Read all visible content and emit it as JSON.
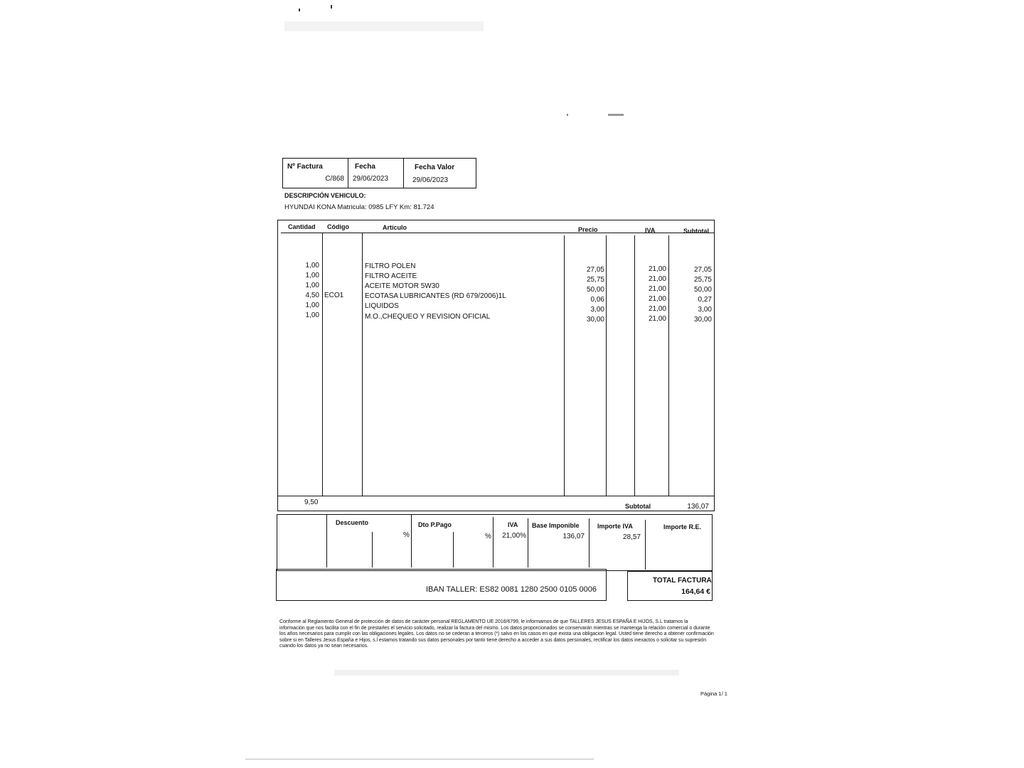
{
  "invoice_header": {
    "invoice_no_label": "Nº Factura",
    "invoice_no": "C/868",
    "date_label": "Fecha",
    "date": "29/06/2023",
    "value_date_label": "Fecha Valor",
    "value_date": "29/06/2023"
  },
  "vehicle": {
    "heading": "DESCRIPCIÓN VEHICULO:",
    "description": "HYUNDAI KONA  Matricula: 0985 LFY  Km: 81.724"
  },
  "items_table": {
    "columns": [
      "Cantidad",
      "Código",
      "Artículo",
      "Precio",
      "IVA",
      "Subtotal"
    ],
    "rows": [
      {
        "qty": "1,00",
        "code": "",
        "article": "FILTRO POLEN",
        "price": "27,05",
        "iva": "21,00",
        "subtotal": "27,05"
      },
      {
        "qty": "1,00",
        "code": "",
        "article": "FILTRO ACEITE",
        "price": "25,75",
        "iva": "21,00",
        "subtotal": "25,75"
      },
      {
        "qty": "1,00",
        "code": "",
        "article": "ACEITE MOTOR 5W30",
        "price": "50,00",
        "iva": "21,00",
        "subtotal": "50,00"
      },
      {
        "qty": "4,50",
        "code": "ECO1",
        "article": "ECOTASA LUBRICANTES (RD 679/2006)1L",
        "price": "0,06",
        "iva": "21,00",
        "subtotal": "0,27"
      },
      {
        "qty": "1,00",
        "code": "",
        "article": "LIQUIDOS",
        "price": "3,00",
        "iva": "21,00",
        "subtotal": "3,00"
      },
      {
        "qty": "1,00",
        "code": "",
        "article": "M.O.,CHEQUEO Y REVISION OFICIAL",
        "price": "30,00",
        "iva": "21,00",
        "subtotal": "30,00"
      }
    ],
    "total_qty": "9,50",
    "subtotal_label": "Subtotal",
    "subtotal": "136,07"
  },
  "tax_summary": {
    "discount_label": "Descuento",
    "discount_pct_sign": "%",
    "early_payment_label": "Dto P.Pago",
    "early_payment_pct_sign": "%",
    "iva_label": "IVA",
    "iva": "21,00%",
    "tax_base_label": "Base Imponible",
    "tax_base": "136,07",
    "iva_amount_label": "Importe IVA",
    "iva_amount": "28,57",
    "re_amount_label": "Importe R.E."
  },
  "payment": {
    "iban": "IBAN TALLER: ES82 0081 1280 2500 0105 0006",
    "total_label": "TOTAL FACTURA",
    "total": "164,64 €"
  },
  "legal_text": "Conforme al Reglamento General de protección de datos de carácter personal REGLAMENTO UE 2016/6799, le informamos de que TALLERES JESUS ESPAÑA E HIJOS, S.L tratamos la información que nos facilita con el fin de prestarles el servicio solicitado, realizar la factura del mismo. Los datos proporcionados se conservarán mientras se mantenga la relación comercial o durante los años necesarios para cumplir con las obligaciones legales. Los datos no se cederan a terceros (*) salvo en los casos en que exista una obligacion legal. Usted tiene derecho  a obtener confirmación  sobre si en Talleres Jesus España e Hijos, s.l  estamos tratando sus datos personales por tanto tiene derecho a acceder a sus datos personales, rectificar los datos inexactos o solicitar su supresión cuando los datos ya no sean necesarios.",
  "page_number": "Página  1/  1"
}
